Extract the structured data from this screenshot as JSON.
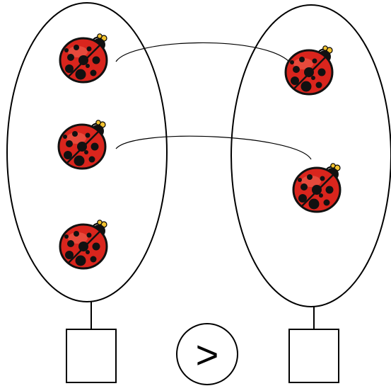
{
  "groups": [
    {
      "name": "left-group",
      "ladybug_count": 3,
      "answer_box": ""
    },
    {
      "name": "right-group",
      "ladybug_count": 2,
      "answer_box": ""
    }
  ],
  "comparison": {
    "symbol": ">"
  },
  "matching_lines": 2,
  "colors": {
    "ladybug_shell": "#d9251d",
    "ladybug_spots": "#111111",
    "ladybug_antenna_tip": "#f2c230",
    "outline": "#000000"
  },
  "icons": {
    "ladybug": "ladybug-icon"
  }
}
